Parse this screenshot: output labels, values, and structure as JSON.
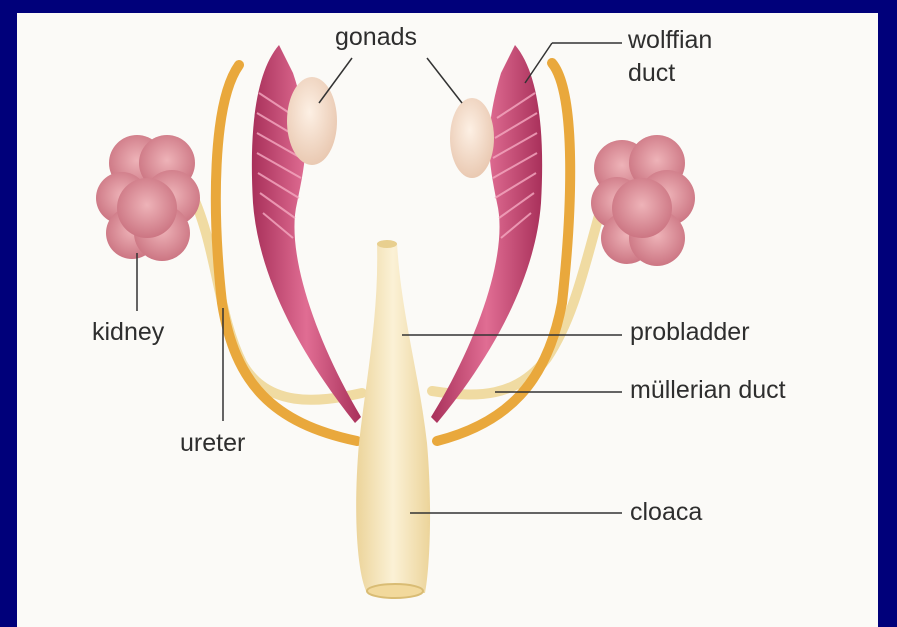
{
  "diagram": {
    "labels": {
      "gonads": "gonads",
      "wolffian_duct_line1": "wolffian",
      "wolffian_duct_line2": "duct",
      "kidney": "kidney",
      "probladder": "probladder",
      "mullerian_duct": "müllerian duct",
      "ureter": "ureter",
      "cloaca": "cloaca"
    },
    "colors": {
      "border": "#00007a",
      "background": "#fbfaf7",
      "kidney": "#d98b95",
      "wolffian_duct": "#c2456e",
      "mullerian_duct": "#eab04a",
      "ureter": "#f0dba2",
      "gonad": "#f4dcc9",
      "bladder_cloaca": "#f5e6b8",
      "leader_line": "#333333"
    }
  }
}
